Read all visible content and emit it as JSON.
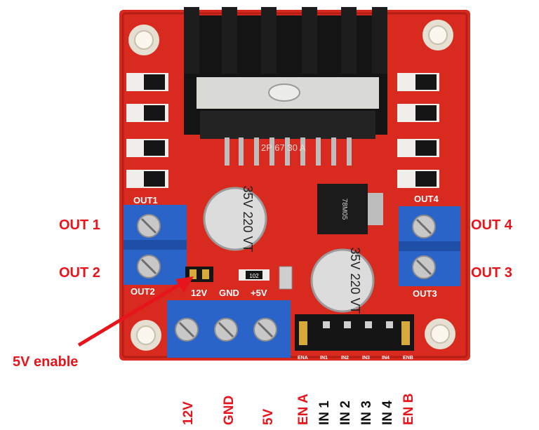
{
  "board": {
    "silkscreen": {
      "out1": "OUT1",
      "out2": "OUT2",
      "out3": "OUT3",
      "out4": "OUT4",
      "v12": "12V",
      "gnd": "GND",
      "v5": "+5V",
      "resistor": "102",
      "ena": "ENA",
      "in1": "IN1",
      "in2": "IN2",
      "in3": "IN3",
      "in4": "IN4",
      "enb": "ENB"
    },
    "capacitor_left": "35V 220 VT",
    "capacitor_right": "35V 220 VT",
    "regulator": "78M05",
    "chip_text": "2P 67 30 A",
    "colors": {
      "pcb": "#d92a20",
      "terminal_blue": "#2a64c8",
      "heatsink": "#1a1a1a",
      "label_red": "#e8141c"
    }
  },
  "annotations": {
    "out1": "OUT 1",
    "out2": "OUT 2",
    "out4": "OUT 4",
    "out3": "OUT 3",
    "enable": "5V enable"
  },
  "pins": {
    "p12v": "12V",
    "gnd": "GND",
    "p5v": "5V",
    "ena": "EN A",
    "in1": "IN 1",
    "in2": "IN 2",
    "in3": "IN 3",
    "in4": "IN 4",
    "enb": "EN B"
  }
}
